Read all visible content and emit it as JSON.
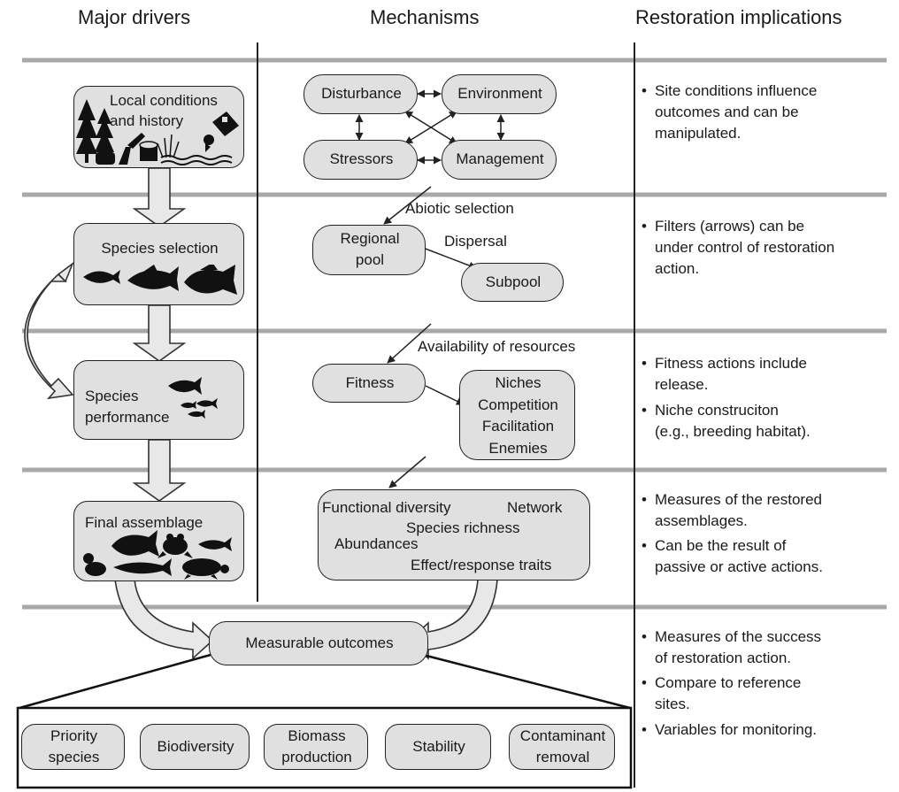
{
  "headers": {
    "drivers": "Major drivers",
    "mechanisms": "Mechanisms",
    "implications": "Restoration implications"
  },
  "drivers": {
    "local": [
      "Local conditions",
      "and history"
    ],
    "selection": "Species selection",
    "performance": [
      "Species",
      "performance"
    ],
    "final": "Final assemblage",
    "outcomes": "Measurable outcomes"
  },
  "mechanisms": {
    "row1": {
      "disturbance": "Disturbance",
      "environment": "Environment",
      "stressors": "Stressors",
      "management": "Management"
    },
    "row2": {
      "abiotic": "Abiotic selection",
      "regional": [
        "Regional",
        "pool"
      ],
      "dispersal": "Dispersal",
      "subpool": "Subpool"
    },
    "row3": {
      "availability": "Availability of resources",
      "fitness": "Fitness",
      "list": [
        "Niches",
        "Competition",
        "Facilitation",
        "Enemies"
      ]
    },
    "row4": {
      "functional": "Functional diversity",
      "network": "Network",
      "richness": "Species richness",
      "abundances": "Abundances",
      "traits": "Effect/response traits"
    }
  },
  "outcomes": [
    [
      "Priority",
      "species"
    ],
    [
      "Biodiversity"
    ],
    [
      "Biomass",
      "production"
    ],
    [
      "Stability"
    ],
    [
      "Contaminant",
      "removal"
    ]
  ],
  "implications": {
    "bullet_symbol": "•",
    "row1": [
      [
        "Site conditions influence",
        "outcomes and can be",
        "manipulated."
      ]
    ],
    "row2": [
      [
        "Filters (arrows) can be",
        "under control of restoration",
        "action."
      ]
    ],
    "row3": [
      [
        "Fitness actions include",
        "release."
      ],
      [
        "Niche construciton",
        "(e.g., breeding habitat)."
      ]
    ],
    "row4": [
      [
        "Measures of the restored",
        "assemblages."
      ],
      [
        "Can be the result of",
        "passive or active actions."
      ]
    ],
    "row5": [
      [
        "Measures of the success",
        "of restoration action."
      ],
      [
        "Compare to reference",
        "sites."
      ],
      [
        "Variables for monitoring."
      ]
    ]
  },
  "colors": {
    "separator": "#a8a8a8",
    "box_fill": "#e0e0e0",
    "line": "#222222",
    "silhouette": "#111111"
  }
}
